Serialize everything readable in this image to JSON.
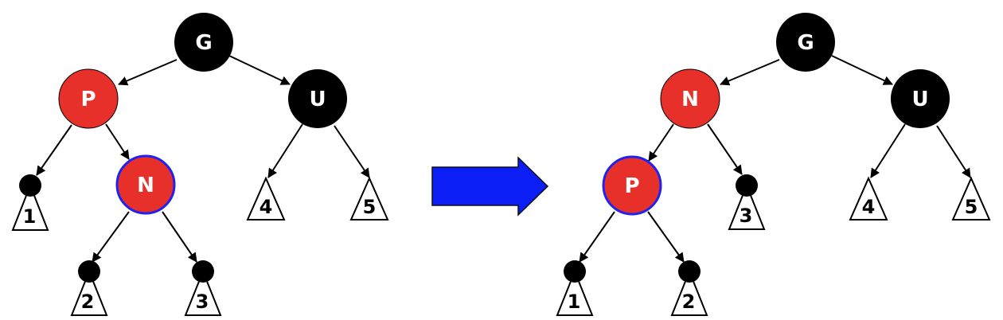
{
  "colors": {
    "black_node": "#000000",
    "red_node": "#e8302a",
    "highlight_outline": "#2222ee",
    "arrow_fill": "#0a1ef5"
  },
  "before": {
    "G": "G",
    "P": "P",
    "U": "U",
    "N": "N",
    "subtrees": [
      "1",
      "2",
      "3",
      "4",
      "5"
    ]
  },
  "after": {
    "G": "G",
    "N": "N",
    "U": "U",
    "P": "P",
    "subtrees": [
      "1",
      "2",
      "3",
      "4",
      "5"
    ]
  }
}
